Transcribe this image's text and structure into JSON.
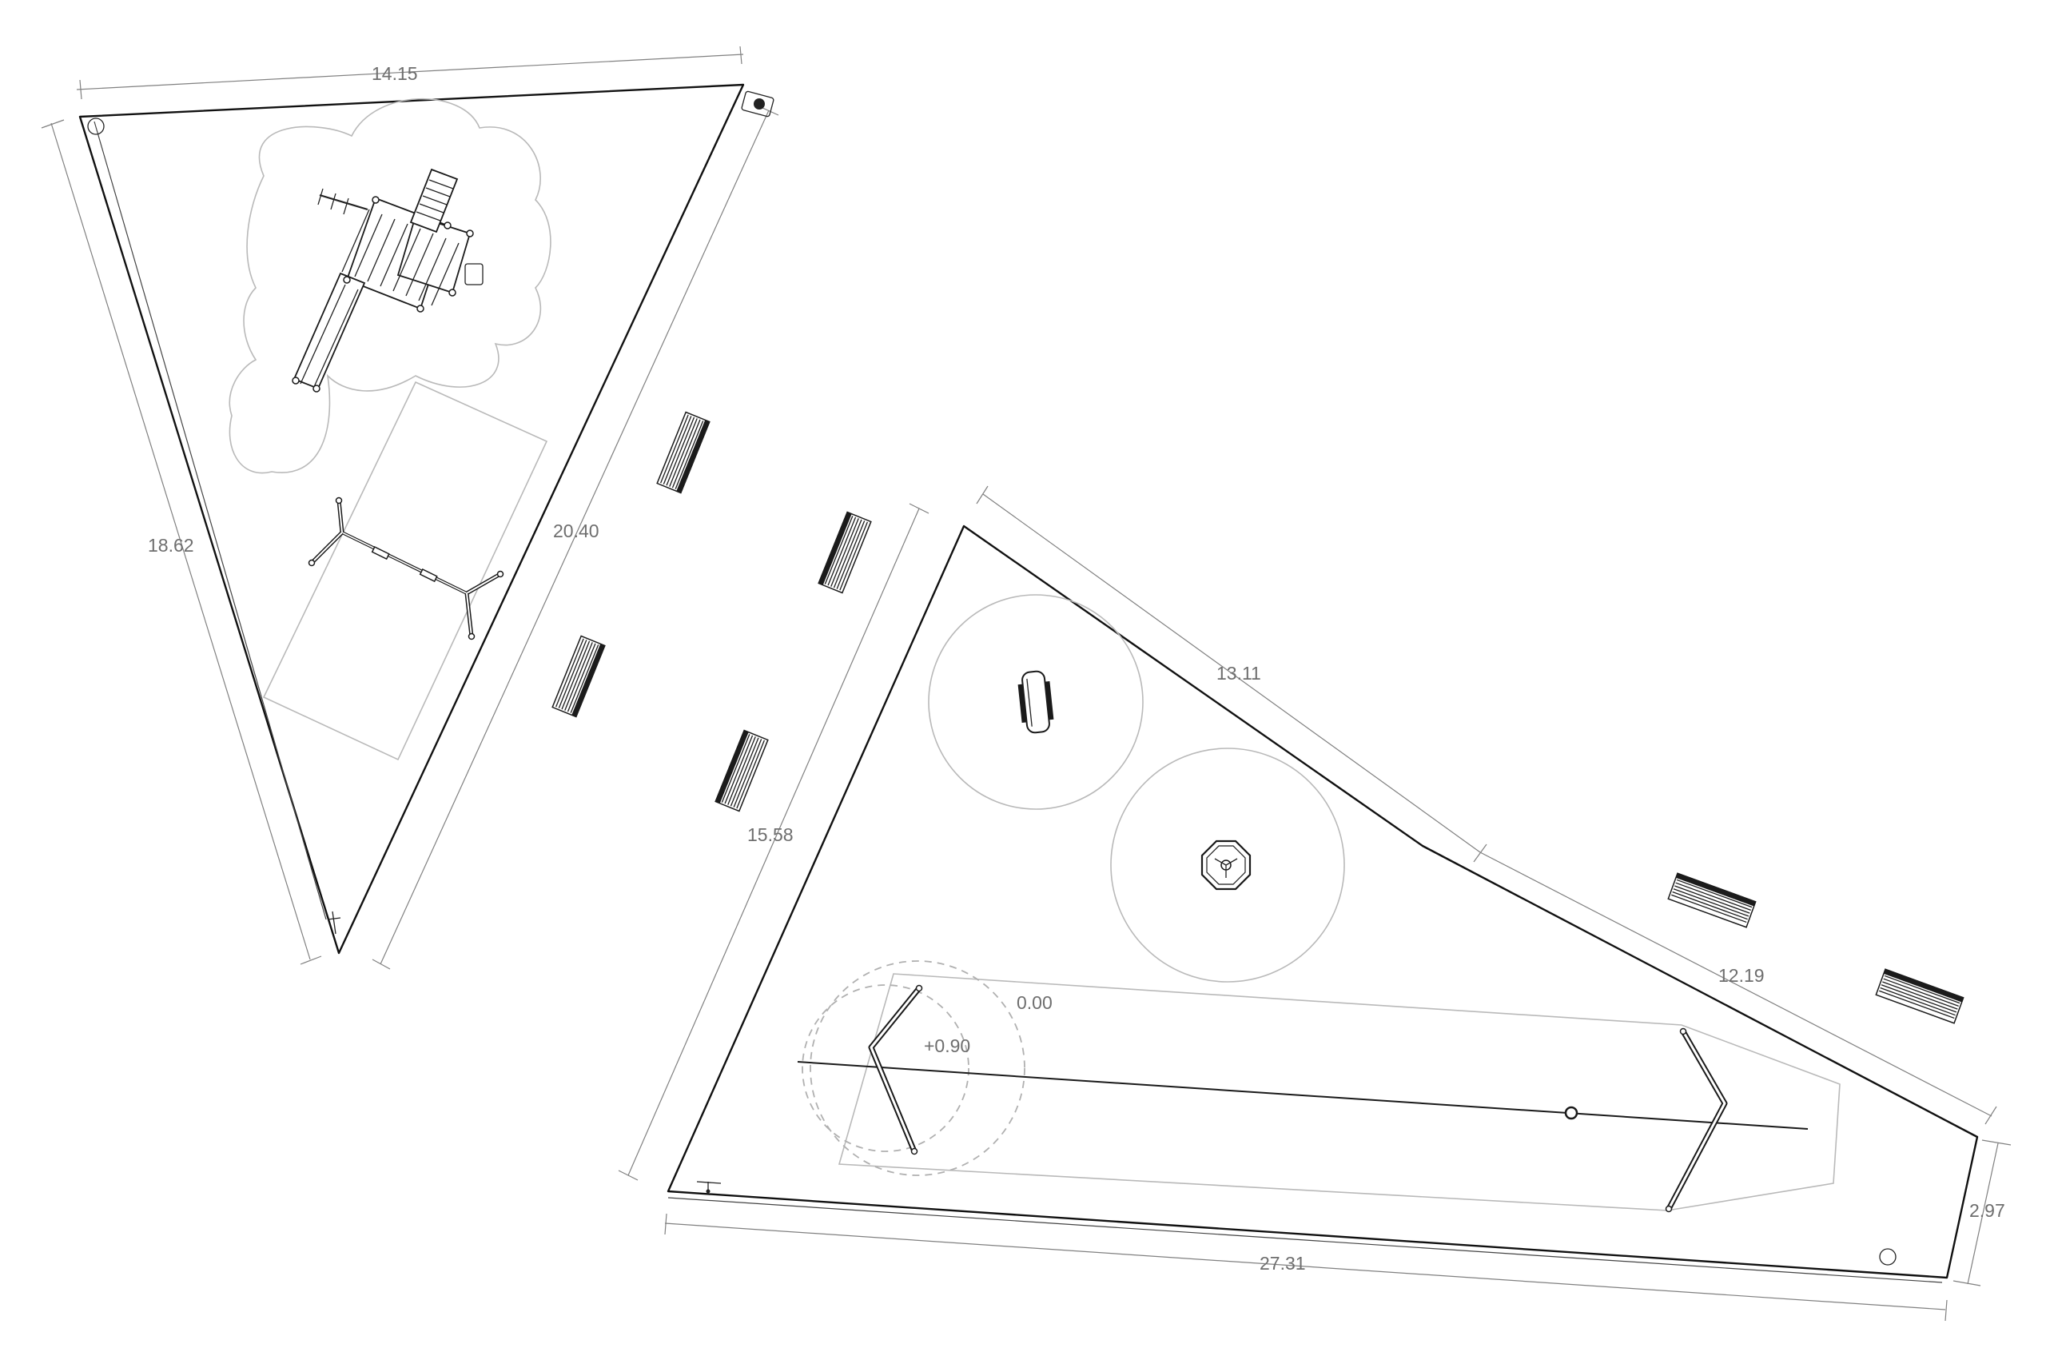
{
  "plan": {
    "background": "#ffffff",
    "line_color": "#111111",
    "dimension_color": "#6e6e6e",
    "zone_color": "#b9b9b9"
  },
  "dimensions": {
    "north_top": "14.15",
    "north_left": "18.62",
    "north_right": "20.40",
    "south_west": "15.58",
    "south_ne_upper": "13.11",
    "south_ne_lower": "12.19",
    "south_east": "2.97",
    "south_bottom": "27.31"
  },
  "levels": {
    "zip_low": "0.00",
    "zip_high": "+0.90"
  },
  "icons": {
    "play_tower": "play-tower-icon",
    "swing": "swing-set-icon",
    "bench": "bench-icon",
    "spring_rocker": "spring-rocker-icon",
    "carousel": "carousel-icon",
    "zipline": "zipline-icon",
    "lamp": "lamp-post-icon",
    "bin": "waste-bin-icon"
  }
}
